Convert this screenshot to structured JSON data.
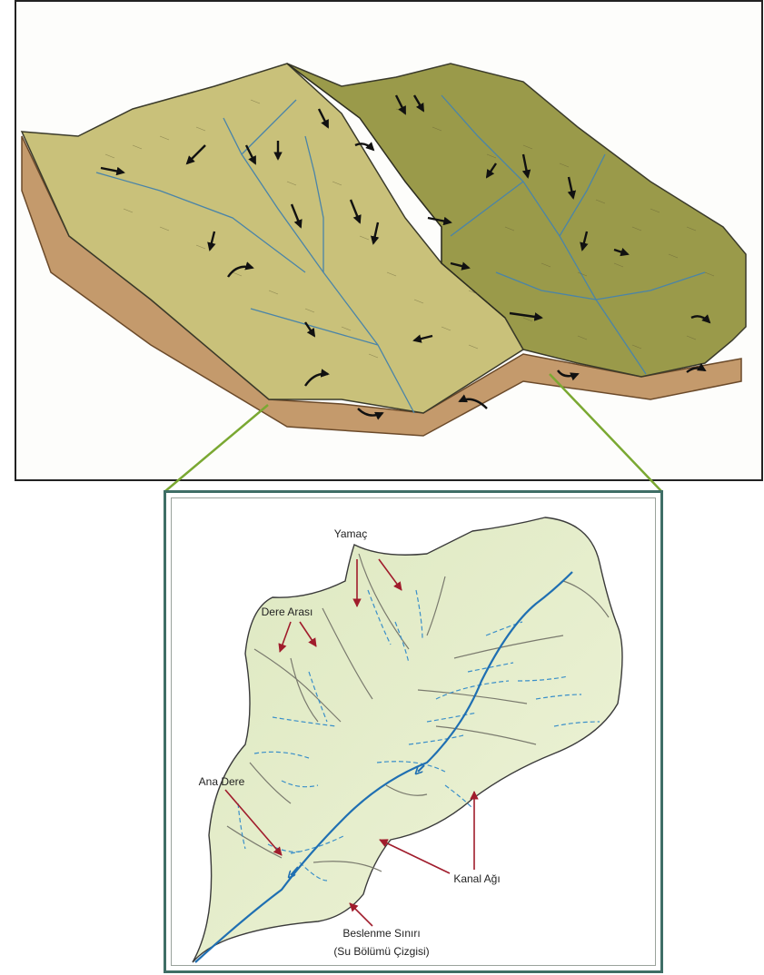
{
  "top_panel": {
    "image": "3d-watershed-illustration",
    "arrow_icon": "flow-arrow-icon"
  },
  "bottom_panel": {
    "labels": {
      "slope": "Yamaç",
      "interfluve": "Dere Arası",
      "main_stream": "Ana Dere",
      "channel_network": "Kanal Ağı",
      "boundary_line1": "Beslenme Sınırı",
      "boundary_line2": "(Su Bölümü Çizgisi)"
    }
  },
  "colors": {
    "terrain_light": "#c9c17a",
    "terrain_dark": "#9a9a4a",
    "soil": "#c49a6c",
    "basin_fill": "#e6efcf",
    "stream_main": "#1f6fb2",
    "stream_dashed": "#3a8fc9",
    "ridge_line": "#666666",
    "annotation_arrow": "#a01c2c",
    "connector": "#7aa832",
    "frame_border": "#3f6e66"
  }
}
